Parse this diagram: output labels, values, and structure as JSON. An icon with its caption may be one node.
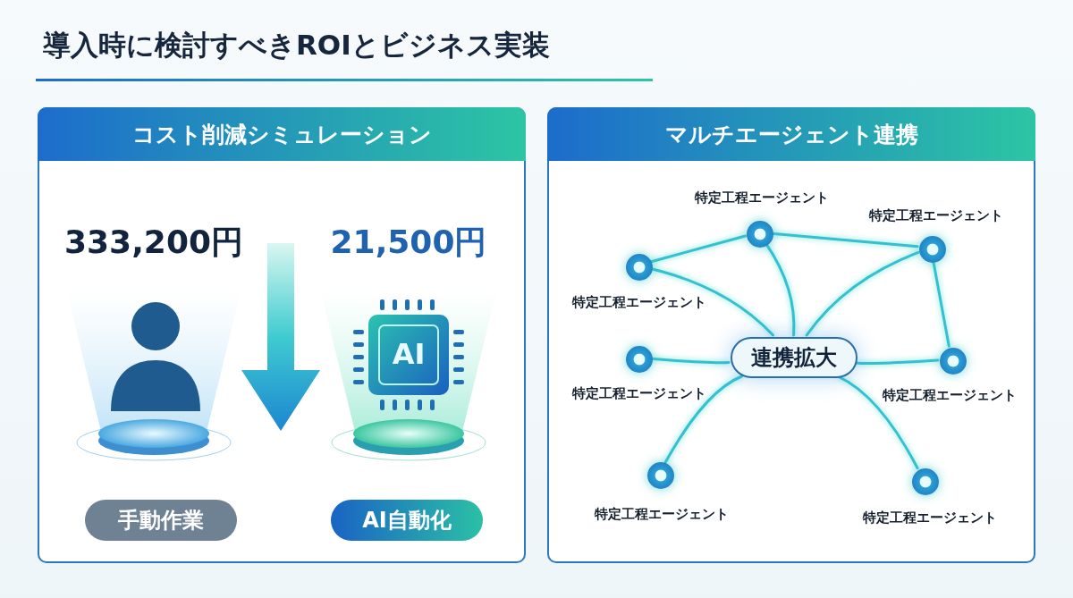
{
  "diagram": {
    "title": "導入時に検討すべきROIとビジネス実装",
    "nodes": [
      {
        "text": [
          "コスト削減シミュレーション"
        ]
      },
      {
        "text": [
          "手動作業"
        ],
        "in": 0
      },
      {
        "text": [
          "AI自動化"
        ],
        "in": 0
      },
      {
        "text": [
          "マルチエージェント連携"
        ]
      },
      {
        "text": [
          "連携拡大"
        ],
        "in": 3
      },
      {
        "text": [],
        "shape": "circle",
        "in": 3,
        "beside": [
          "特定工程エージェント"
        ]
      },
      {
        "text": [],
        "shape": "circle",
        "in": 3,
        "beside": [
          "特定工程エージェント"
        ]
      },
      {
        "text": [],
        "shape": "circle",
        "in": 3,
        "beside": [
          "特定工程エージェント"
        ]
      },
      {
        "text": [],
        "shape": "circle",
        "in": 3,
        "beside": [
          "特定工程エージェント"
        ]
      },
      {
        "text": [],
        "shape": "circle",
        "in": 3,
        "beside": [
          "特定工程エージェント"
        ]
      },
      {
        "text": [],
        "shape": "circle",
        "in": 3,
        "beside": [
          "特定工程エージェント"
        ]
      },
      {
        "text": [],
        "shape": "circle",
        "in": 3,
        "beside": [
          "特定工程エージェント"
        ]
      }
    ],
    "edges": [
      {
        "from": 7,
        "to": 5,
        "arrow": "none"
      },
      {
        "from": 5,
        "to": 6,
        "arrow": "none"
      },
      {
        "from": 6,
        "to": 9,
        "arrow": "none"
      },
      {
        "from": 5,
        "to": 4,
        "arrow": "none"
      },
      {
        "from": 6,
        "to": 4,
        "arrow": "none"
      },
      {
        "from": 7,
        "to": 4,
        "arrow": "none"
      },
      {
        "from": 8,
        "to": 4,
        "arrow": "none"
      },
      {
        "from": 9,
        "to": 4,
        "arrow": "none"
      },
      {
        "from": 10,
        "to": 4,
        "arrow": "none"
      },
      {
        "from": 11,
        "to": 4,
        "arrow": "none"
      }
    ],
    "labels": [
      "333,200円",
      "21,500円",
      "AI"
    ]
  }
}
